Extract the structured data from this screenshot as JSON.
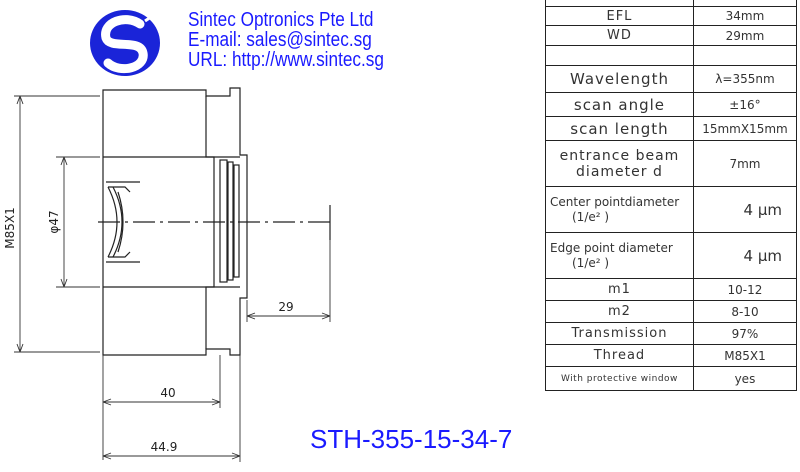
{
  "company": {
    "name": "Sintec Optronics Pte Ltd",
    "email": "E-mail: sales@sintec.sg",
    "url": "URL: http://www.sintec.sg",
    "logo_colors": {
      "outer": "#1a24d8",
      "inner": "#ffffff"
    }
  },
  "model": "STH-355-15-34-7",
  "dimensions": {
    "thread": "M85X1",
    "aperture": "φ47",
    "wd": "29",
    "length_1": "40",
    "length_2": "44.9"
  },
  "spec_table": {
    "rows": [
      {
        "key": "EFL",
        "value": "34mm"
      },
      {
        "key": "WD",
        "value": "29mm"
      },
      {
        "key": "",
        "value": ""
      },
      {
        "key": "Wavelength",
        "value": "λ=355nm"
      },
      {
        "key": "scan angle",
        "value": "±16°"
      },
      {
        "key": "scan length",
        "value": "15mmX15mm"
      },
      {
        "key": "entrance beam diameter d",
        "value": "7mm"
      },
      {
        "key": "Center pointdiameter",
        "key_sub": "(1/e² )",
        "value": "4 μm"
      },
      {
        "key": "Edge point diameter",
        "key_sub": "(1/e² )",
        "value": "4 μm"
      },
      {
        "key": "m1",
        "value": "10-12"
      },
      {
        "key": "m2",
        "value": "8-10"
      },
      {
        "key": "Transmission",
        "value": "97%"
      },
      {
        "key": "Thread",
        "value": "M85X1"
      },
      {
        "key": "With protective window",
        "value": "yes"
      }
    ]
  }
}
